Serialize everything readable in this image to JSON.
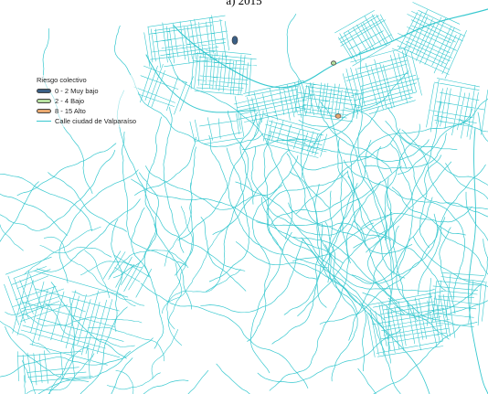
{
  "figure": {
    "caption": "a) 2015"
  },
  "legend": {
    "title": "Riesgo colectivo",
    "items": [
      {
        "label": "0 - 2 Muy bajo",
        "color": "#3b5f85",
        "kind": "patch"
      },
      {
        "label": "2 - 4 Bajo",
        "color": "#b6e0a0",
        "kind": "patch"
      },
      {
        "label": "8 - 15 Alto",
        "color": "#e8a86f",
        "kind": "patch"
      },
      {
        "label": "Calle ciudad de Valparaíso",
        "color": "#37c8cf",
        "kind": "line"
      }
    ]
  },
  "colors": {
    "street": "#37c8cf",
    "background": "#ffffff"
  }
}
